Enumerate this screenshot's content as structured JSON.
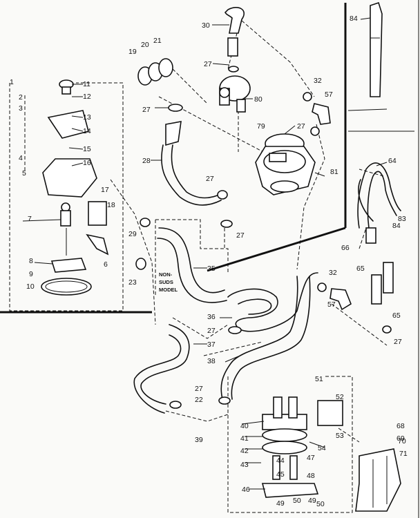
{
  "callouts": [
    {
      "id": "c1",
      "text": "1"
    },
    {
      "id": "c2",
      "text": "2"
    },
    {
      "id": "c3",
      "text": "3"
    },
    {
      "id": "c4",
      "text": "4"
    },
    {
      "id": "c5",
      "text": "5"
    },
    {
      "id": "c6",
      "text": "6"
    },
    {
      "id": "c7",
      "text": "7"
    },
    {
      "id": "c8",
      "text": "8"
    },
    {
      "id": "c9",
      "text": "9"
    },
    {
      "id": "c10",
      "text": "10"
    },
    {
      "id": "c11",
      "text": "11"
    },
    {
      "id": "c12",
      "text": "12"
    },
    {
      "id": "c13",
      "text": "13"
    },
    {
      "id": "c14",
      "text": "14"
    },
    {
      "id": "c15",
      "text": "15"
    },
    {
      "id": "c16",
      "text": "16"
    },
    {
      "id": "c17",
      "text": "17"
    },
    {
      "id": "c18",
      "text": "18"
    },
    {
      "id": "c19",
      "text": "19"
    },
    {
      "id": "c20",
      "text": "20"
    },
    {
      "id": "c21",
      "text": "21"
    },
    {
      "id": "c22",
      "text": "22"
    },
    {
      "id": "c23",
      "text": "23"
    },
    {
      "id": "c27a",
      "text": "27"
    },
    {
      "id": "c27b",
      "text": "27"
    },
    {
      "id": "c27c",
      "text": "27"
    },
    {
      "id": "c27d",
      "text": "27"
    },
    {
      "id": "c27e",
      "text": "27"
    },
    {
      "id": "c27f",
      "text": "27"
    },
    {
      "id": "c27g",
      "text": "27"
    },
    {
      "id": "c27h",
      "text": "27"
    },
    {
      "id": "c28",
      "text": "28"
    },
    {
      "id": "c29",
      "text": "29"
    },
    {
      "id": "c30",
      "text": "30"
    },
    {
      "id": "c32a",
      "text": "32"
    },
    {
      "id": "c32b",
      "text": "32"
    },
    {
      "id": "c35",
      "text": "35"
    },
    {
      "id": "c36",
      "text": "36"
    },
    {
      "id": "c37",
      "text": "37"
    },
    {
      "id": "c38",
      "text": "38"
    },
    {
      "id": "c39",
      "text": "39"
    },
    {
      "id": "c40",
      "text": "40"
    },
    {
      "id": "c41",
      "text": "41"
    },
    {
      "id": "c42",
      "text": "42"
    },
    {
      "id": "c43",
      "text": "43"
    },
    {
      "id": "c44",
      "text": "44"
    },
    {
      "id": "c45",
      "text": "45"
    },
    {
      "id": "c46",
      "text": "46"
    },
    {
      "id": "c47",
      "text": "47"
    },
    {
      "id": "c48",
      "text": "48"
    },
    {
      "id": "c49a",
      "text": "49"
    },
    {
      "id": "c49b",
      "text": "49"
    },
    {
      "id": "c50a",
      "text": "50"
    },
    {
      "id": "c50b",
      "text": "50"
    },
    {
      "id": "c51",
      "text": "51"
    },
    {
      "id": "c52",
      "text": "52"
    },
    {
      "id": "c53",
      "text": "53"
    },
    {
      "id": "c54",
      "text": "54"
    },
    {
      "id": "c57a",
      "text": "57"
    },
    {
      "id": "c57b",
      "text": "57"
    },
    {
      "id": "c64",
      "text": "64"
    },
    {
      "id": "c65a",
      "text": "65"
    },
    {
      "id": "c65b",
      "text": "65"
    },
    {
      "id": "c66",
      "text": "66"
    },
    {
      "id": "c68",
      "text": "68"
    },
    {
      "id": "c69",
      "text": "69"
    },
    {
      "id": "c70",
      "text": "70"
    },
    {
      "id": "c71",
      "text": "71"
    },
    {
      "id": "c79",
      "text": "79"
    },
    {
      "id": "c80",
      "text": "80"
    },
    {
      "id": "c81",
      "text": "81"
    },
    {
      "id": "c83",
      "text": "83"
    },
    {
      "id": "c84a",
      "text": "84"
    },
    {
      "id": "c84b",
      "text": "84"
    }
  ],
  "model_note": {
    "line1": "NON-",
    "line2": "SUDS",
    "line3": "MODEL"
  }
}
